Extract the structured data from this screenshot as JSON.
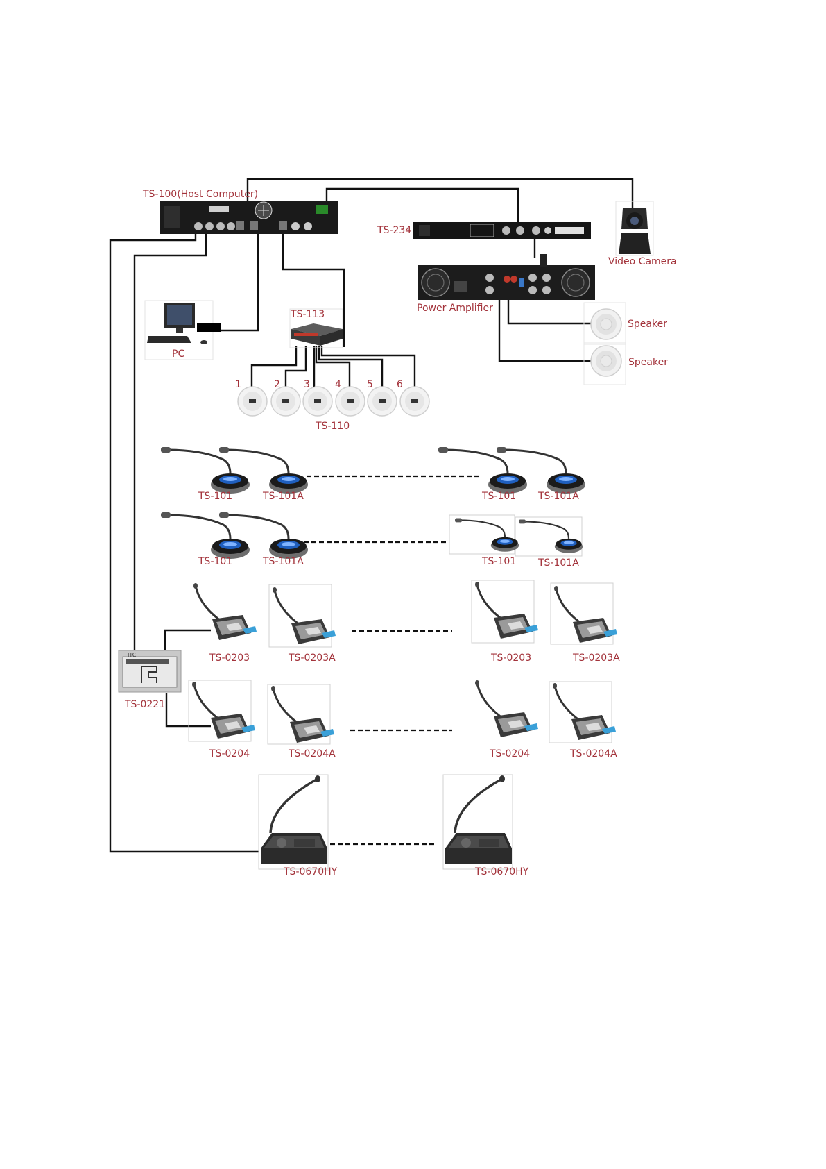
{
  "labels": {
    "host": "TS-100(Host Computer)",
    "ts234": "TS-234",
    "camera": "Video Camera",
    "amp": "Power Amplifier",
    "speaker1": "Speaker",
    "speaker2": "Speaker",
    "pc": "PC",
    "ts113": "TS-113",
    "ts110": "TS-110",
    "ts0221": "TS-0221"
  },
  "ceiling_mic_numbers": [
    "1",
    "2",
    "3",
    "4",
    "5",
    "6"
  ],
  "rows": {
    "r1": {
      "a": "TS-101",
      "b": "TS-101A",
      "c": "TS-101",
      "d": "TS-101A"
    },
    "r2": {
      "a": "TS-101",
      "b": "TS-101A",
      "c": "TS-101",
      "d": "TS-101A"
    },
    "r3": {
      "a": "TS-0203",
      "b": "TS-0203A",
      "c": "TS-0203",
      "d": "TS-0203A"
    },
    "r4": {
      "a": "TS-0204",
      "b": "TS-0204A",
      "c": "TS-0204",
      "d": "TS-0204A"
    },
    "r5": {
      "a": "TS-0670HY",
      "b": "TS-0670HY"
    }
  },
  "logo_text": "ITC"
}
